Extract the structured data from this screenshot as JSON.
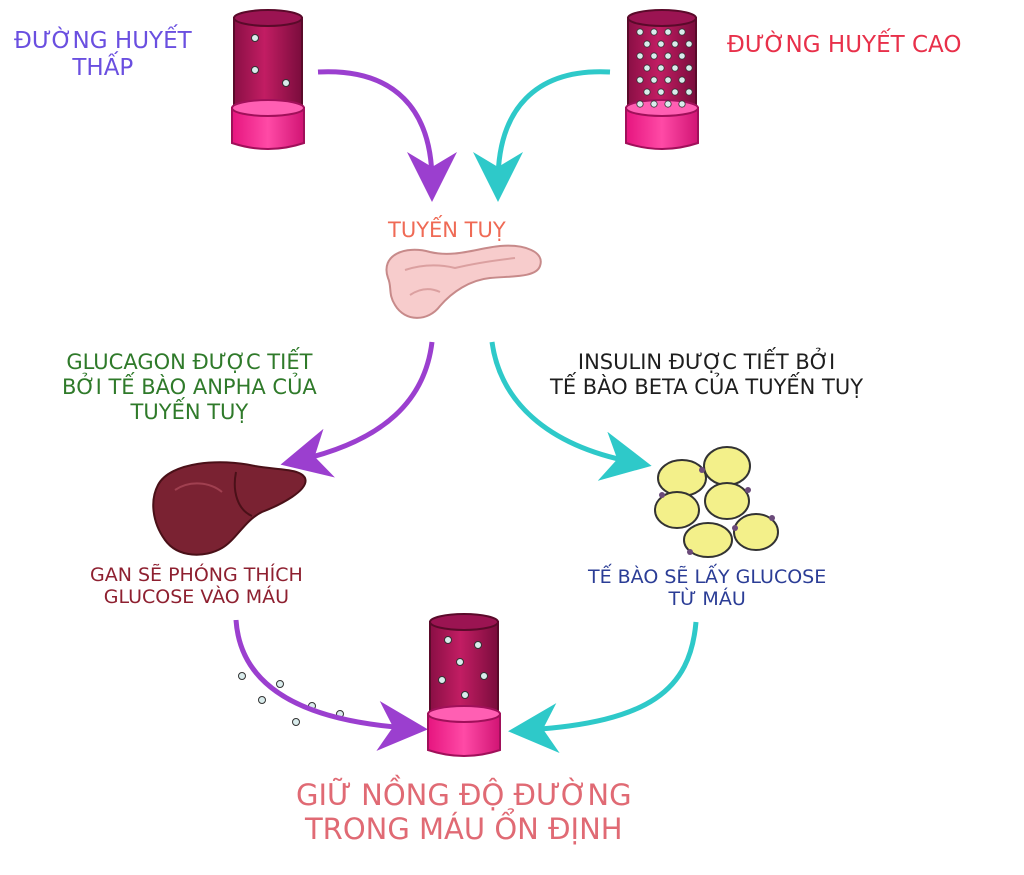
{
  "labels": {
    "low_sugar": [
      "ĐƯỜNG HUYẾT",
      "THẤP"
    ],
    "high_sugar": "ĐƯỜNG HUYẾT CAO",
    "pancreas": "TUYẾN TUỴ",
    "glucagon": [
      "GLUCAGON ĐƯỢC TIẾT",
      "BỞI TẾ BÀO ANPHA CỦA",
      "TUYẾN TUỴ"
    ],
    "insulin": [
      "INSULIN ĐƯỢC TIẾT BỞI",
      "TẾ BÀO BETA CỦA TUYẾN TUỴ"
    ],
    "liver": [
      "GAN SẼ PHÓNG THÍCH",
      "GLUCOSE VÀO MÁU"
    ],
    "cells": [
      "TẾ BÀO SẼ LẤY GLUCOSE",
      "TỪ MÁU"
    ],
    "result": [
      "GIỮ NỒNG ĐỘ ĐƯỜNG",
      "TRONG MÁU ỔN ĐỊNH"
    ]
  },
  "colors": {
    "low_sugar": "#6a4fe0",
    "high_sugar": "#e8304a",
    "pancreas": "#ef6a55",
    "glucagon": "#2f7a2a",
    "insulin": "#1e1e1e",
    "liver": "#8e2030",
    "cells": "#2b3d96",
    "result": "#e06a74",
    "glucagon_arrow": "#9b3fcf",
    "insulin_arrow": "#2ec9c9",
    "vessel": "#d81b7e"
  }
}
